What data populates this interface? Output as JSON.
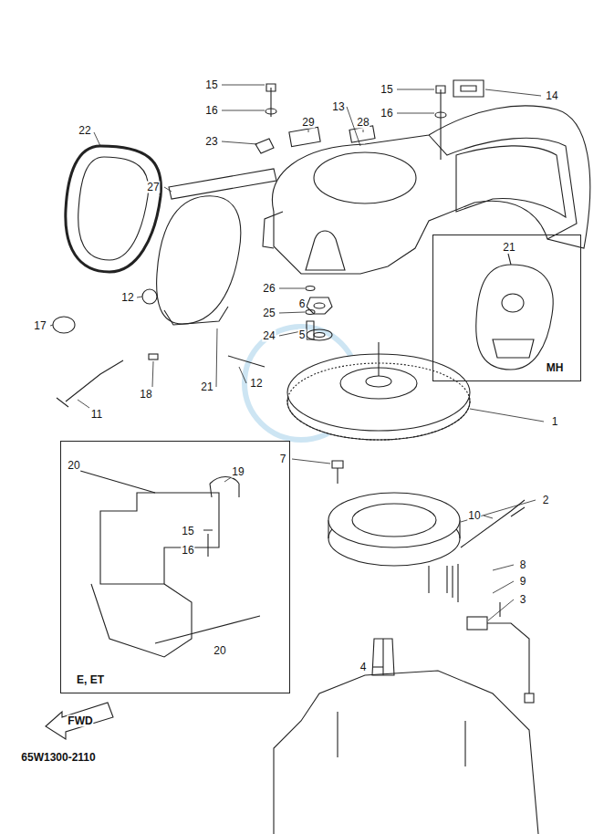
{
  "diagram": {
    "nodes": [
      {
        "text": [
          "21",
          "MH"
        ]
      },
      {
        "text": [
          "20",
          "19",
          "15",
          "16",
          "20",
          "E, ET"
        ]
      }
    ],
    "labels": [
      "15",
      "16",
      "15",
      "14",
      "16",
      "22",
      "23",
      "29",
      "13",
      "28",
      "27",
      "12",
      "26",
      "25",
      "6",
      "24",
      "5",
      "17",
      "21",
      "18",
      "12",
      "11",
      "1",
      "7",
      "2",
      "10",
      "8",
      "9",
      "3",
      "4",
      "FWD",
      "65W1300-2110"
    ]
  }
}
